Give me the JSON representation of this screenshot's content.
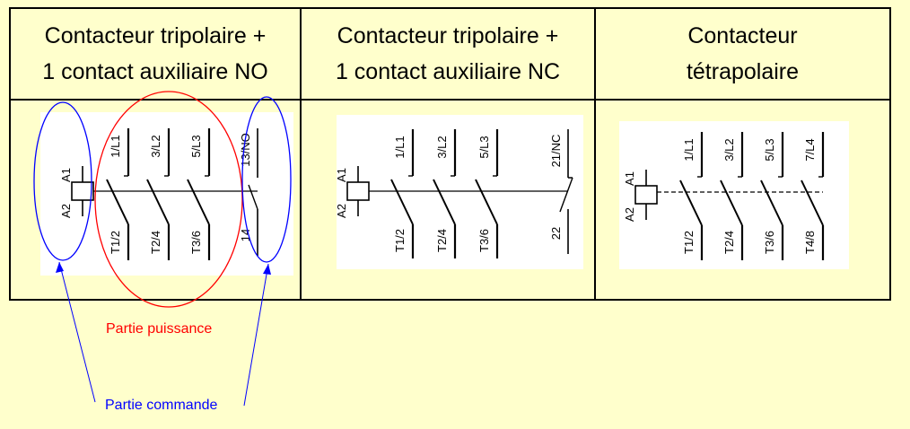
{
  "headers": [
    {
      "line1": "Contacteur tripolaire +",
      "line2": "1 contact auxiliaire NO"
    },
    {
      "line1": "Contacteur tripolaire +",
      "line2": "1 contact auxiliaire NC"
    },
    {
      "line1": "Contacteur",
      "line2": "tétrapolaire"
    }
  ],
  "diagrams": [
    {
      "coil_top": "A1",
      "coil_bottom": "A2",
      "poles": [
        {
          "top": "1/L1",
          "bottom": "T1/2"
        },
        {
          "top": "3/L2",
          "bottom": "T2/4"
        },
        {
          "top": "5/L3",
          "bottom": "T3/6"
        }
      ],
      "aux": {
        "top": "13/NO",
        "bottom": "14"
      }
    },
    {
      "coil_top": "A1",
      "coil_bottom": "A2",
      "poles": [
        {
          "top": "1/L1",
          "bottom": "T1/2"
        },
        {
          "top": "3/L2",
          "bottom": "T2/4"
        },
        {
          "top": "5/L3",
          "bottom": "T3/6"
        }
      ],
      "aux": {
        "top": "21/NC",
        "bottom": "22"
      }
    },
    {
      "coil_top": "A1",
      "coil_bottom": "A2",
      "poles": [
        {
          "top": "1/L1",
          "bottom": "T1/2"
        },
        {
          "top": "3/L2",
          "bottom": "T2/4"
        },
        {
          "top": "5/L3",
          "bottom": "T3/6"
        },
        {
          "top": "7/L4",
          "bottom": "T4/8"
        }
      ]
    }
  ],
  "annotations": {
    "power": "Partie puissance",
    "command": "Partie commande"
  },
  "colors": {
    "power": "#ff0000",
    "command": "#0000ff",
    "background": "#ffffcc"
  }
}
